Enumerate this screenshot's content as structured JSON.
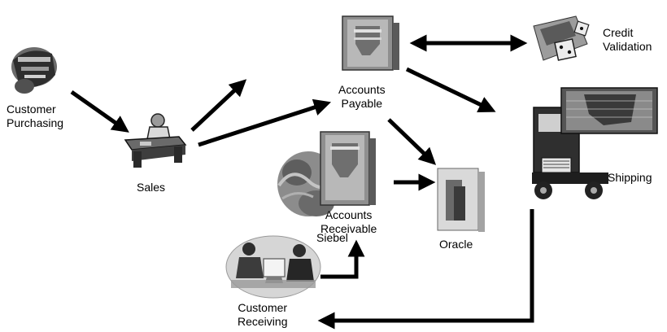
{
  "labels": {
    "customer_purchasing": [
      "Customer",
      "Purchasing"
    ],
    "sales": "Sales",
    "accounts_payable": [
      "Accounts",
      "Payable"
    ],
    "credit_validation": [
      "Credit",
      "Validation"
    ],
    "shipping": "Shipping",
    "accounts_receivable": [
      "Accounts",
      "Receivable"
    ],
    "siebel": "Siebel",
    "oracle": "Oracle",
    "customer_receiving": [
      "Customer",
      "Receiving"
    ]
  },
  "icons": {
    "customer_purchasing": "shopping-figure-icon",
    "sales": "salesperson-at-desk-icon",
    "accounts_payable": "computer-system-icon",
    "credit_validation": "dice-gamble-icon",
    "shipping": "delivery-truck-icon",
    "accounts_receivable": "computer-system-icon",
    "siebel": "gear-cloud-icon",
    "oracle": "database-tower-icon",
    "customer_receiving": "meeting-people-icon"
  },
  "colors": {
    "arrow": "#000000",
    "clip_dark": "#3a3a3a",
    "clip_mid": "#8a8a8a",
    "clip_light": "#cfcfcf"
  }
}
